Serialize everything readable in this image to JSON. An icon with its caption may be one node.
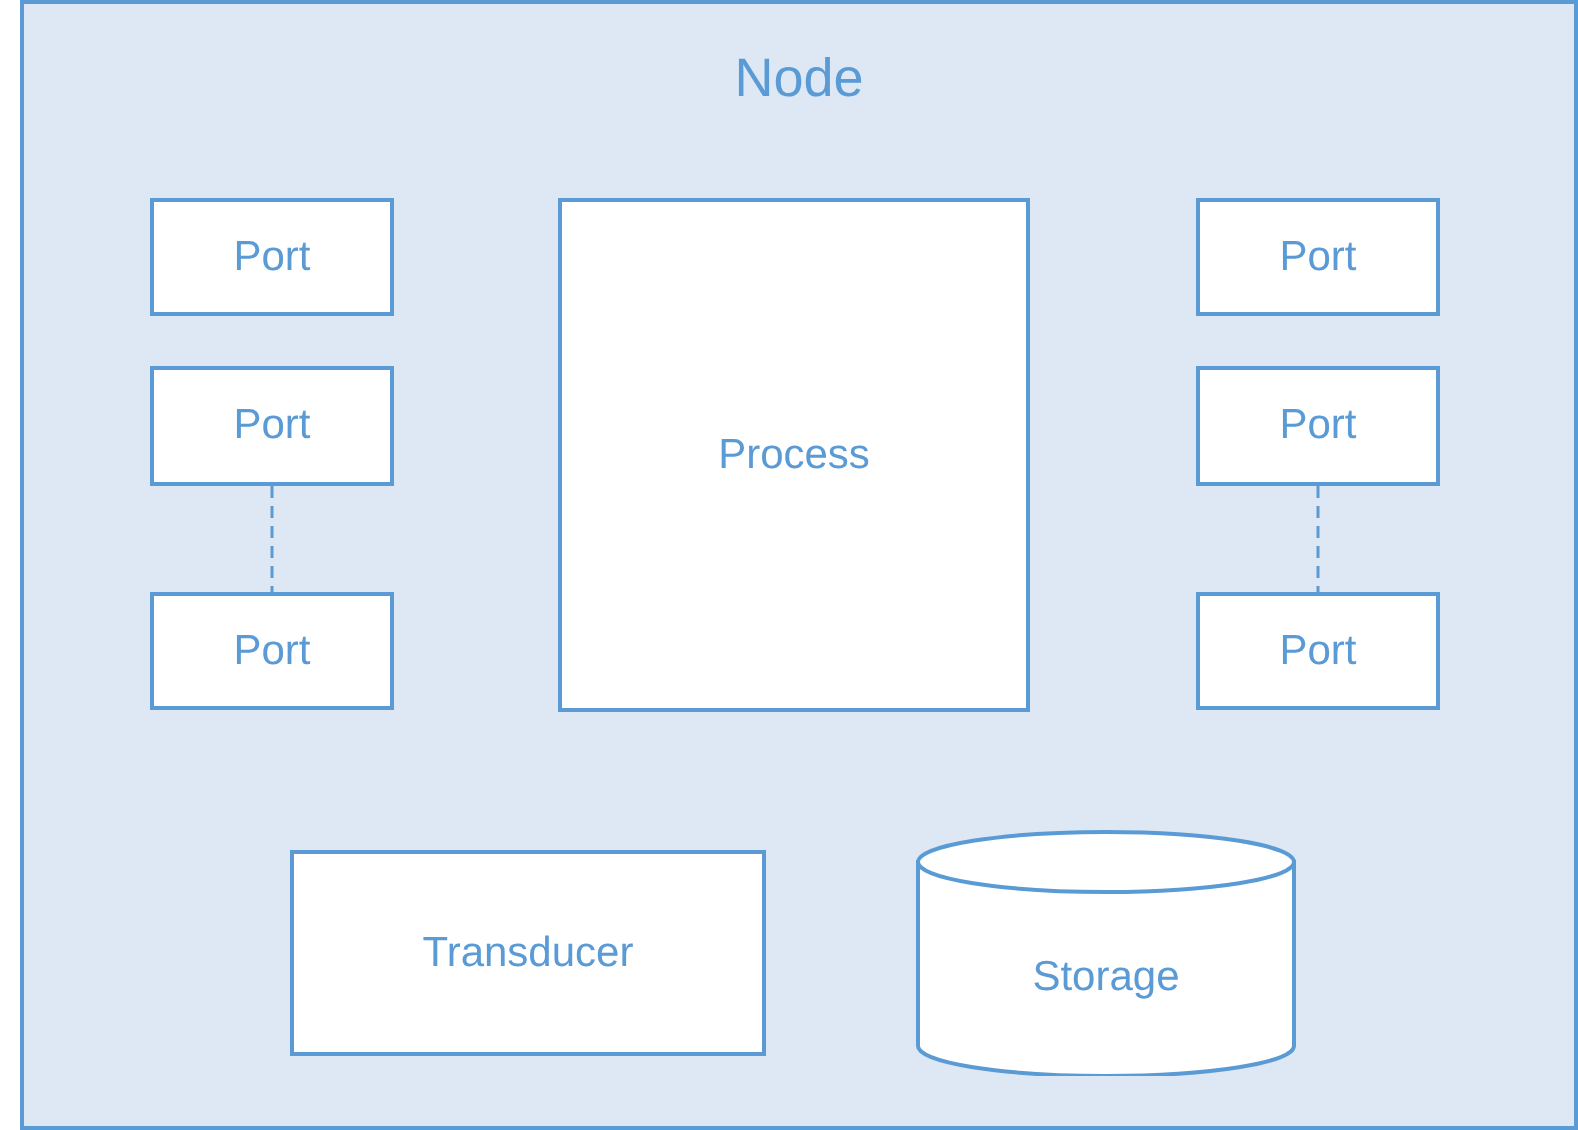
{
  "diagram": {
    "nodes": [
      {
        "text": [
          "Node"
        ]
      },
      {
        "text": [
          "Port"
        ],
        "in": 0
      },
      {
        "text": [
          "Process"
        ],
        "in": 0
      },
      {
        "text": [
          "Port"
        ],
        "in": 0
      },
      {
        "text": [
          "Port"
        ],
        "in": 0
      },
      {
        "text": [
          "Port"
        ],
        "in": 0
      },
      {
        "text": [
          "Port"
        ],
        "in": 0
      },
      {
        "text": [
          "Port"
        ],
        "in": 0
      },
      {
        "text": [
          "Transducer"
        ],
        "in": 0
      },
      {
        "text": [
          "Storage"
        ],
        "in": 0
      }
    ],
    "edges": [
      {
        "from": 4,
        "to": 6,
        "arrow": "none",
        "style": "dashed"
      },
      {
        "from": 5,
        "to": 7,
        "arrow": "none",
        "style": "dashed"
      }
    ]
  }
}
